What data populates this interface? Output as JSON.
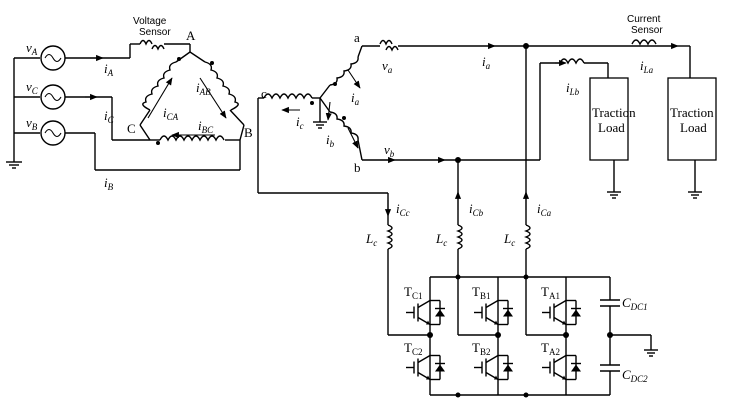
{
  "labels": {
    "vA": "v",
    "vA_sub": "A",
    "vC": "v",
    "vC_sub": "C",
    "vB": "v",
    "vB_sub": "B",
    "iA": "i",
    "iA_sub": "A",
    "iC": "i",
    "iC_sub": "C",
    "iB": "i",
    "iB_sub": "B",
    "iCA": "i",
    "iCA_sub": "CA",
    "iAB": "i",
    "iAB_sub": "AB",
    "iBC": "i",
    "iBC_sub": "BC",
    "node_A": "A",
    "node_B": "B",
    "node_C": "C",
    "node_a": "a",
    "node_b": "b",
    "node_c": "c",
    "ia": "i",
    "ia_sub": "a",
    "ib": "i",
    "ib_sub": "b",
    "ic": "i",
    "ic_sub": "c",
    "va": "v",
    "va_sub": "a",
    "vb": "v",
    "vb_sub": "b",
    "ia_line": "i",
    "ia_line_sub": "a",
    "iLb": "i",
    "iLb_sub": "Lb",
    "iLa": "i",
    "iLa_sub": "La",
    "iCc": "i",
    "iCc_sub": "Cc",
    "iCb": "i",
    "iCb_sub": "Cb",
    "iCa": "i",
    "iCa_sub": "Ca",
    "Lc1": "L",
    "Lc1_sub": "c",
    "Lc2": "L",
    "Lc2_sub": "c",
    "Lc3": "L",
    "Lc3_sub": "c",
    "TC1": "T",
    "TC1_sub": "C1",
    "TC2": "T",
    "TC2_sub": "C2",
    "TB1": "T",
    "TB1_sub": "B1",
    "TB2": "T",
    "TB2_sub": "B2",
    "TA1": "T",
    "TA1_sub": "A1",
    "TA2": "T",
    "TA2_sub": "A2",
    "CDC1": "C",
    "CDC1_sub": "DC1",
    "CDC2": "C",
    "CDC2_sub": "DC2"
  },
  "sensors": {
    "voltage_line1": "Voltage",
    "voltage_line2": "Sensor",
    "current_line1": "Current",
    "current_line2": "Sensor"
  },
  "loads": {
    "load1_line1": "Traction",
    "load1_line2": "Load",
    "load2_line1": "Traction",
    "load2_line2": "Load"
  }
}
